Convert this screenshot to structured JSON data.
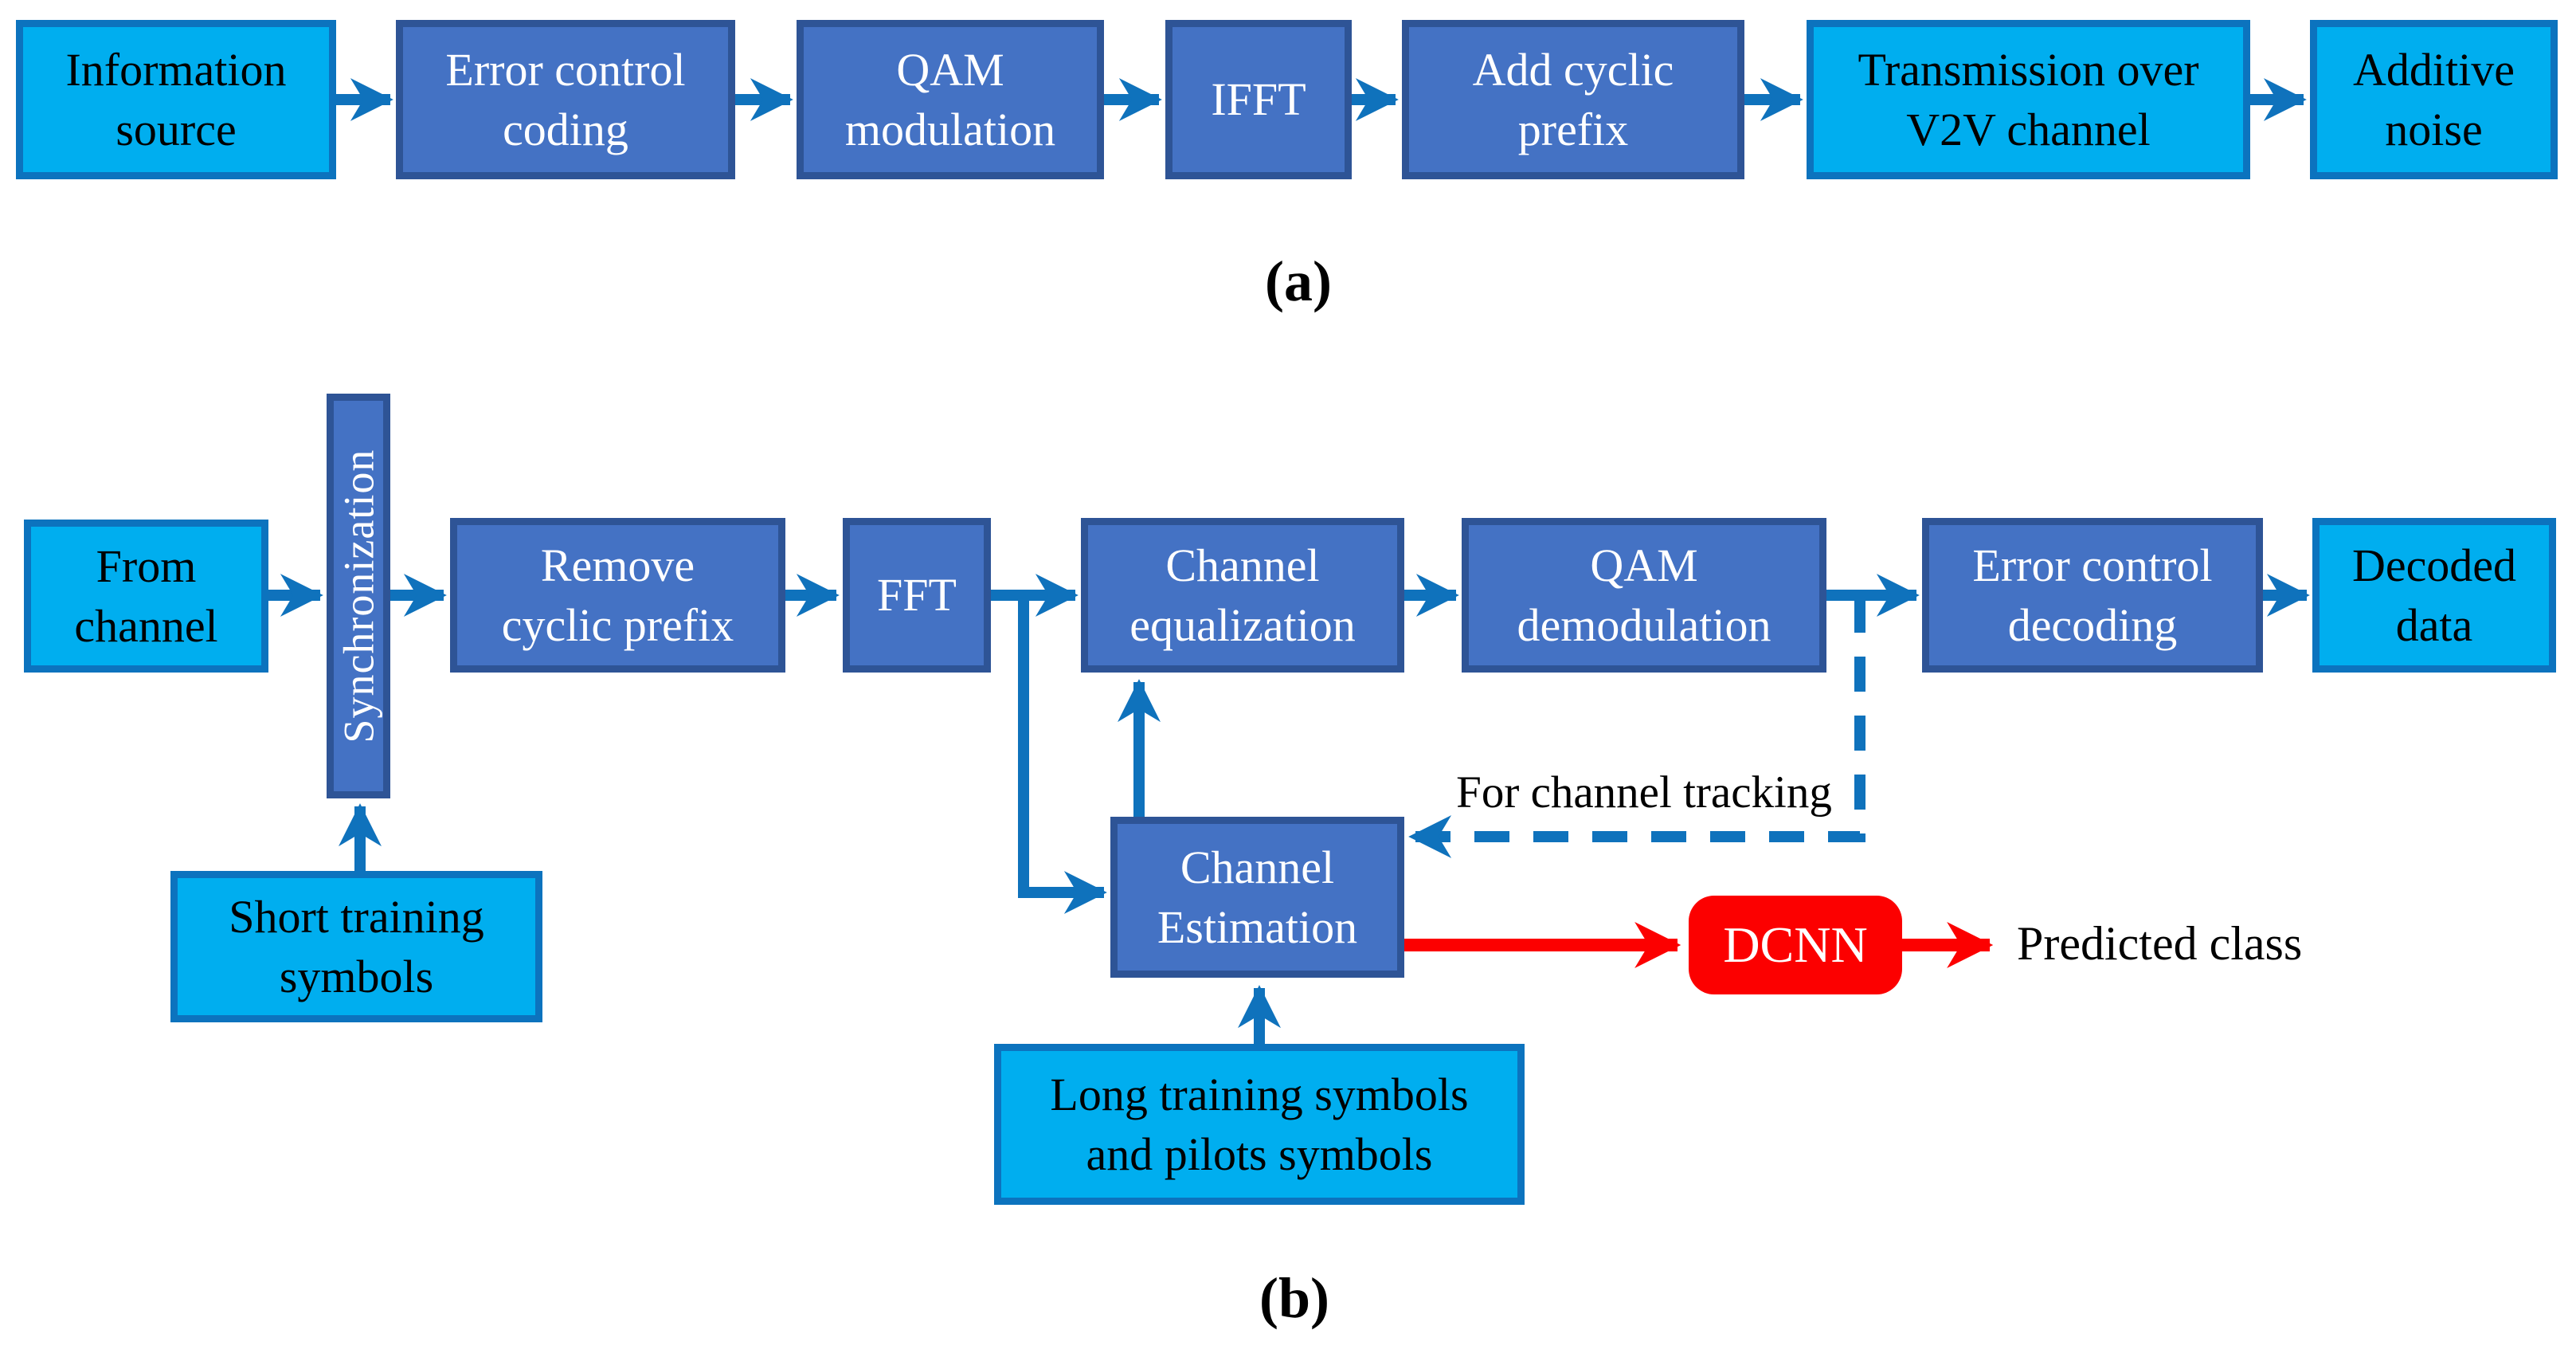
{
  "palette": {
    "background": "#FFFFFF",
    "cyan_fill": "#00AEEF",
    "cyan_border": "#0C73BE",
    "blue_fill": "#4472C4",
    "blue_border": "#2E5496",
    "arrow_blue": "#0F72BC",
    "arrow_red": "#FC0000",
    "dcnn_fill": "#FC0000",
    "text_dark": "#000000",
    "text_light": "#FFFFFF"
  },
  "diagram_a": {
    "caption": "(a)",
    "nodes": [
      {
        "label": "Information\nsource",
        "style": "cyan"
      },
      {
        "label": "Error control\ncoding",
        "style": "blue"
      },
      {
        "label": "QAM\nmodulation",
        "style": "blue"
      },
      {
        "label": "IFFT",
        "style": "blue"
      },
      {
        "label": "Add cyclic\nprefix",
        "style": "blue"
      },
      {
        "label": "Transmission over\nV2V channel",
        "style": "cyan"
      },
      {
        "label": "Additive\nnoise",
        "style": "cyan"
      }
    ]
  },
  "diagram_b": {
    "caption": "(b)",
    "nodes": {
      "from_channel": "From\nchannel",
      "synchronization": "Synchronization",
      "remove_cyclic_prefix": "Remove\ncyclic prefix",
      "fft": "FFT",
      "channel_equalization": "Channel\nequalization",
      "qam_demodulation": "QAM\ndemodulation",
      "error_control_decoding": "Error control\ndecoding",
      "decoded_data": "Decoded\ndata",
      "short_training_symbols": "Short training\nsymbols",
      "channel_estimation": "Channel\nEstimation",
      "long_training_symbols": "Long training symbols\nand pilots symbols",
      "dcnn": "DCNN"
    },
    "annotations": {
      "for_channel_tracking": "For channel tracking",
      "predicted_class": "Predicted class"
    }
  }
}
